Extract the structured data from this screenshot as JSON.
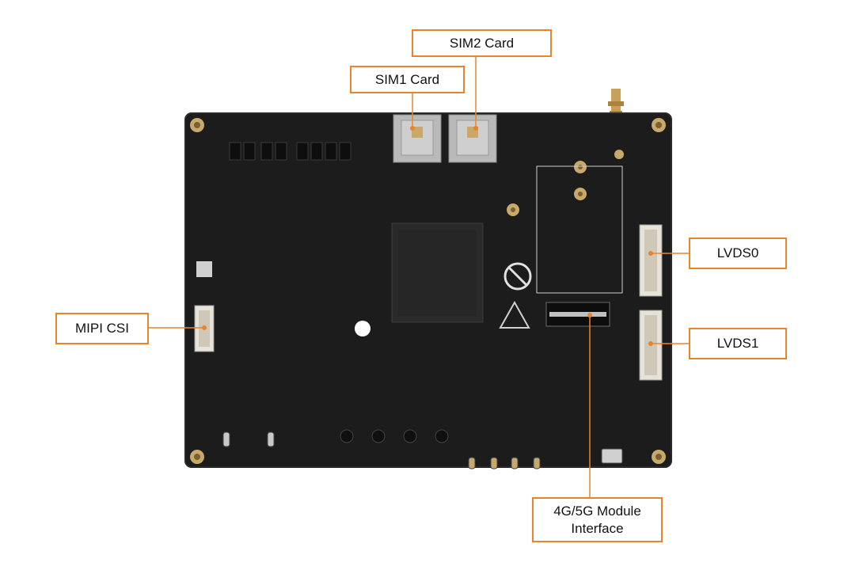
{
  "diagram": {
    "labels": {
      "sim2": "SIM2 Card",
      "sim1": "SIM1 Card",
      "lvds0": "LVDS0",
      "lvds1": "LVDS1",
      "mipi": "MIPI CSI",
      "module_line1": "4G/5G Module",
      "module_line2": "Interface"
    }
  },
  "colors": {
    "callout_border": "#e8842c",
    "board": "#1b1b1b",
    "pads": "#c8a96b"
  }
}
